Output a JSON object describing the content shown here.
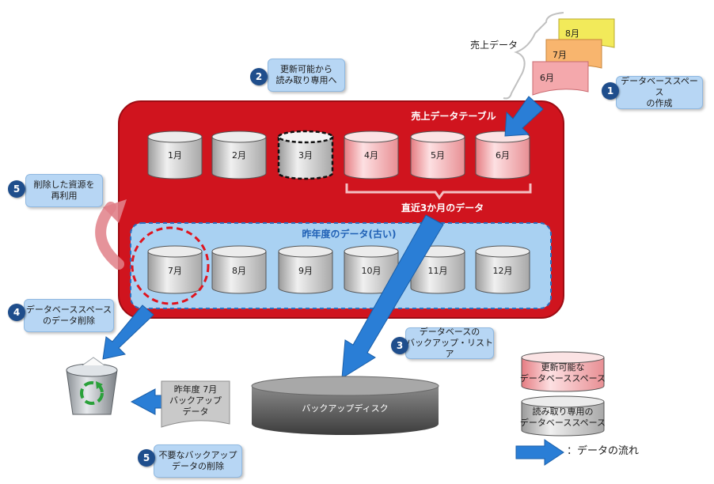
{
  "sales_data_label": "売上データ",
  "months_stack": [
    "8月",
    "7月",
    "6月"
  ],
  "main_table": {
    "title": "売上データテーブル",
    "current_months": [
      "1月",
      "2月",
      "3月",
      "4月",
      "5月",
      "6月"
    ],
    "recent_label": "直近3か月のデータ"
  },
  "old_data": {
    "title": "昨年度のデータ(古い)",
    "months": [
      "7月",
      "8月",
      "9月",
      "10月",
      "11月",
      "12月"
    ]
  },
  "callouts": [
    {
      "num": "1",
      "text": [
        "データベーススペース",
        "の作成"
      ]
    },
    {
      "num": "2",
      "text": [
        "更新可能から",
        "読み取り専用へ"
      ]
    },
    {
      "num": "3",
      "text": [
        "データベースの",
        "バックアップ・リストア"
      ]
    },
    {
      "num": "4",
      "text": [
        "データベーススペース",
        "のデータ削除"
      ]
    },
    {
      "num": "5",
      "text": [
        "削除した資源を",
        "再利用"
      ]
    },
    {
      "num": "5",
      "text": [
        "不要なバックアップ",
        "データの削除"
      ]
    }
  ],
  "backup_disk_label": "バックアップディスク",
  "backup_doc": [
    "昨年度 7月",
    "バックアップ",
    "データ"
  ],
  "legend": {
    "updatable": [
      "更新可能な",
      "データベーススペース"
    ],
    "readonly": [
      "読み取り専用の",
      "データベーススペース"
    ],
    "flow": "：データの流れ"
  },
  "colors": {
    "table_red": "#d0141e",
    "readonly_gray": "#d4d4d4",
    "updatable_pink": "#f4a8ac",
    "old_area_blue": "#a9d1f2",
    "arrow_blue": "#2a7ed6",
    "badge_navy": "#1f4e8c"
  },
  "icons": {
    "recycle_bin": "recycle-bin-icon",
    "cylinder": "database-cylinder-icon"
  }
}
